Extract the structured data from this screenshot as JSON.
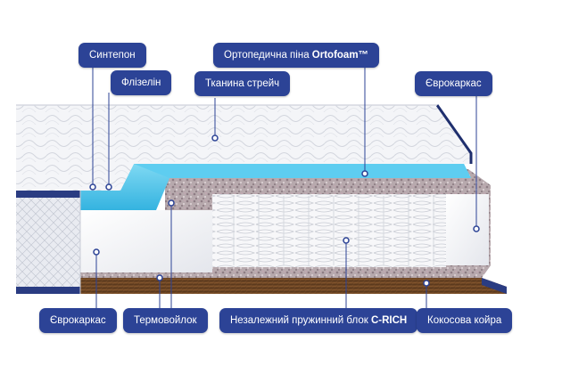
{
  "labels": {
    "sintepon": "Синтепон",
    "flizelin": "Флізелін",
    "ortofoam_prefix": "Ортопедична піна ",
    "ortofoam_brand": "Ortofoam™",
    "stretch": "Тканина стрейч",
    "eurokarkas_top": "Єврокаркас",
    "eurokarkas_bottom": "Єврокаркас",
    "termovoilok": "Термовойлок",
    "spring_prefix": "Незалежний пружинний блок ",
    "spring_brand": "C-RICH",
    "coconut": "Кокосова койра"
  },
  "colors": {
    "label_bg": "#2c4396",
    "leader_line": "#2c4396",
    "foam": "#4fc3e8",
    "coconut": "#6b4423",
    "edge_binding": "#1f2f6e"
  },
  "icons": {
    "marker": "dot-marker"
  }
}
